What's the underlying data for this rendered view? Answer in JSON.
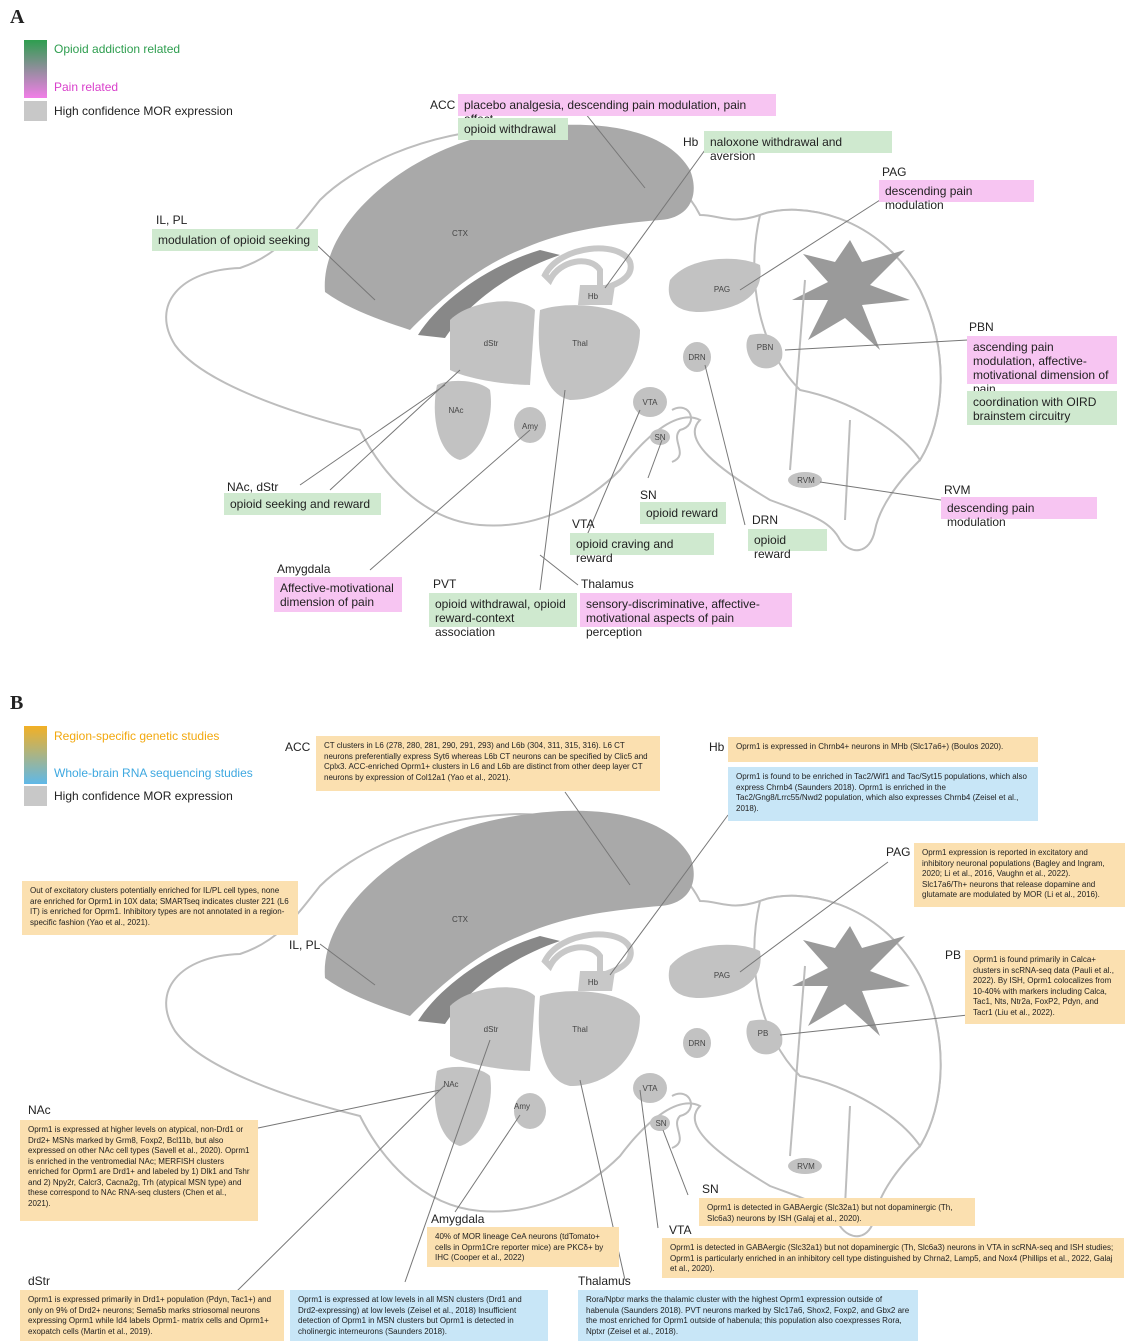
{
  "panel_a": {
    "letter": "A",
    "legend": {
      "opioid": "Opioid addiction related",
      "pain": "Pain related",
      "mor": "High confidence MOR expression",
      "colors": {
        "opioid": "#2e9e4f",
        "pain": "#e24dd6",
        "mor": "#c8c8c8"
      }
    },
    "regions": {
      "ctx": "CTX",
      "dstr": "dStr",
      "thal": "Thal",
      "nac": "NAc",
      "amy": "Amy",
      "hb": "Hb",
      "pag": "PAG",
      "drn": "DRN",
      "pbn": "PBN",
      "vta": "VTA",
      "sn": "SN",
      "rvm": "RVM"
    },
    "labels": {
      "acc": "ACC",
      "hb": "Hb",
      "pag": "PAG",
      "il_pl": "IL, PL",
      "pbn": "PBN",
      "rvm": "RVM",
      "nac_dstr": "NAc, dStr",
      "sn": "SN",
      "drn": "DRN",
      "vta": "VTA",
      "amygdala": "Amygdala",
      "pvt": "PVT",
      "thalamus": "Thalamus"
    },
    "boxes": {
      "acc_pink": "placebo analgesia, descending pain modulation, pain affect",
      "acc_green": "opioid withdrawal",
      "hb_green": "naloxone withdrawal and aversion",
      "pag_pink": "descending pain modulation",
      "il_green": "modulation of opioid seeking",
      "pbn_pink": "ascending pain modulation, affective-motivational dimension of pain",
      "pbn_green": "coordination with OIRD brainstem circuitry",
      "rvm_pink": "descending pain modulation",
      "nac_green": "opioid seeking and reward",
      "sn_green": "opioid reward",
      "drn_green": "opioid reward",
      "vta_green": "opioid craving and reward",
      "amy_pink": "Affective-motivational dimension of pain",
      "pvt_green": "opioid withdrawal, opioid reward-context association",
      "thal_pink": "sensory-discriminative, affective-motivational aspects of pain perception"
    }
  },
  "panel_b": {
    "letter": "B",
    "legend": {
      "genetic": "Region-specific genetic studies",
      "rna": "Whole-brain RNA sequencing studies",
      "mor": "High confidence MOR expression",
      "colors": {
        "genetic": "#f2b025",
        "rna": "#5fb8e8",
        "mor": "#c8c8c8"
      }
    },
    "regions": {
      "ctx": "CTX",
      "dstr": "dStr",
      "thal": "Thal",
      "nac": "NAc",
      "amy": "Amy",
      "hb": "Hb",
      "pag": "PAG",
      "drn": "DRN",
      "pb": "PB",
      "vta": "VTA",
      "sn": "SN",
      "rvm": "RVM"
    },
    "labels": {
      "acc": "ACC",
      "hb": "Hb",
      "pag": "PAG",
      "il_pl": "IL, PL",
      "pb": "PB",
      "nac": "NAc",
      "sn": "SN",
      "vta": "VTA",
      "amygdala": "Amygdala",
      "dstr": "dStr",
      "thalamus": "Thalamus"
    },
    "boxes": {
      "acc": "CT clusters in L6 (278, 280, 281, 290, 291, 293) and L6b (304, 311, 315, 316). L6 CT neurons preferentially express Syt6 whereas L6b CT neurons can be specified by Clic5 and Cplx3. ACC-enriched Oprm1+ clusters in L6 and L6b are distinct from other deep layer CT neurons by expression of Col12a1 (Yao et al., 2021).",
      "hb_orange": "Oprm1 is expressed in Chrnb4+ neurons in MHb (Slc17a6+) (Boulos 2020).",
      "hb_blue": "Oprm1 is found to be enriched in Tac2/Wif1 and Tac/Syt15 populations, which also express Chrnb4 (Saunders 2018). Oprm1 is enriched in the Tac2/Gng8/Lrrc55/Nwd2 population, which also expresses Chrnb4 (Zeisel et al., 2018).",
      "pag": "Oprm1 expression is reported in excitatory and inhibitory neuronal populations (Bagley and Ingram, 2020; Li et al., 2016, Vaughn et al., 2022). Slc17a6/Th+ neurons that release dopamine and glutamate are modulated by MOR (Li et al., 2016).",
      "il": "Out of excitatory clusters potentially enriched for IL/PL cell types, none are enriched for Oprm1 in 10X data; SMARTseq indicates cluster 221 (L6 IT) is enriched for Oprm1. Inhibitory types are not annotated in a region-specific fashion (Yao et al., 2021).",
      "pb": "Oprm1 is found primarily in Calca+ clusters in scRNA-seq data (Pauli et al., 2022). By ISH, Oprm1 colocalizes from 10-40% with markers including Calca, Tac1, Nts, Ntr2a, FoxP2, Pdyn, and Tacr1 (Liu et al., 2022).",
      "nac": "Oprm1 is expressed at higher levels on atypical, non-Drd1 or Drd2+ MSNs marked by Grm8, Foxp2, Bcl11b, but also expressed on other NAc cell types (Savell et al., 2020). Oprm1 is enriched in the ventromedial NAc; MERFISH clusters enriched for Oprm1 are Drd1+ and labeled by 1) Dlk1 and Tshr and 2) Npy2r, Calcr3, Cacna2g, Trh (atypical MSN type) and these correspond to NAc RNA-seq clusters (Chen et al., 2021).",
      "sn": "Oprm1 is detected in GABAergic (Slc32a1) but not dopaminergic (Th, Slc6a3) neurons by ISH (Galaj et al., 2020).",
      "vta": "Oprm1 is detected in GABAergic (Slc32a1) but not dopaminergic (Th, Slc6a3) neurons in VTA in scRNA-seq and ISH studies; Oprm1 is particularly enriched in an inhibitory cell type distinguished by Chrna2, Lamp5, and Nox4 (Phillips et al., 2022, Galaj et al., 2020).",
      "amy": "40% of MOR lineage CeA neurons (tdTomato+ cells in Oprm1Cre reporter mice) are PKCδ+ by IHC (Cooper et al., 2022)",
      "dstr": "Oprm1 is expressed primarily in Drd1+ population (Pdyn, Tac1+) and only on 9% of Drd2+ neurons; Sema5b marks striosomal neurons expressing Oprm1 while Id4 labels Oprm1- matrix cells and Oprm1+ exopatch cells (Martin et al., 2019).",
      "dstr_blue": "Oprm1 is expressed at low levels in all MSN clusters (Drd1 and Drd2-expressing) at low levels (Zeisel et al., 2018) Insufficient detection of Oprm1 in MSN clusters but Oprm1 is detected in cholinergic interneurons (Saunders 2018).",
      "thal_blue": "Rora/Nptxr marks the thalamic cluster with the highest Oprm1 expression outside of habenula (Saunders 2018). PVT neurons marked by Slc17a6, Shox2, Foxp2, and Gbx2 are the most enriched for Oprm1 outside of habenula; this population also coexpresses Rora, Nptxr (Zeisel et al., 2018)."
    }
  }
}
